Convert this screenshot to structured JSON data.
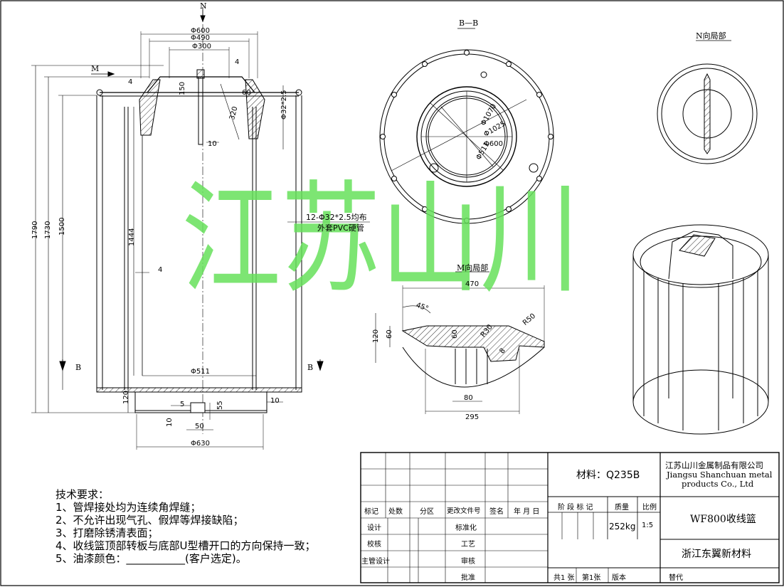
{
  "watermark": "江苏山川",
  "views": {
    "section_title": "B—B",
    "n_view_title": "N向局部",
    "m_view_title": "M向局部",
    "mark_n": "N",
    "mark_m": "M",
    "mark_b": "B"
  },
  "front_dims": {
    "d600": "Φ600",
    "d490": "Φ490",
    "d300": "Φ300",
    "h150": "150",
    "t4a": "4",
    "t4b": "4",
    "a60": "60",
    "l320": "320",
    "pipe": "Φ32*2.5",
    "w10": "10",
    "h1790": "1790",
    "h1730": "1730",
    "h1500": "1500",
    "h1444": "1444",
    "t4c": "4",
    "d511": "Φ511",
    "h120": "120",
    "w5": "5",
    "h55": "55",
    "w10b": "10",
    "h10": "10",
    "w50": "50",
    "d630": "Φ630",
    "pipes_note": "12-Φ32*2.5均布",
    "pvc_note": "外套PVC硬管"
  },
  "section_dims": {
    "d1070": "Φ1070",
    "d1025": "Φ1025",
    "d600": "Φ600",
    "d511": "Φ511"
  },
  "m_dims": {
    "w470": "470",
    "a45": "45°",
    "h60": "60",
    "h120": "120",
    "h60b": "60",
    "r50": "R50",
    "r30": "R30",
    "d8": "8",
    "w80": "80",
    "w295": "295"
  },
  "tech": {
    "title": "技术要求：",
    "items": [
      "1、管焊接处均为连续角焊缝；",
      "2、不允许出现气孔、假焊等焊接缺陷；",
      "3、打磨除锈清表面；",
      "4、收线篮顶部转板与底部U型槽开口的方向保持一致；",
      "5、油漆颜色：___________(客户选定)。"
    ]
  },
  "title_block": {
    "material": "材料：Q235B",
    "company_cn": "江苏山川金属制品有限公司",
    "company_en1": "Jiangsu Shanchuan metal",
    "company_en2": "products Co., Ltd",
    "biaoji": "标记",
    "chushu": "处数",
    "fenqu": "分区",
    "gaiwen": "更改文件号",
    "qianming": "签名",
    "nianyueri": "年 月 日",
    "jieduan": "阶 段 标 记",
    "zhiliang": "质量",
    "bili": "比例",
    "product": "WF800收线篮",
    "sheji": "设计",
    "biaozhun": "标准化",
    "mass": "252kg",
    "scale": "1:5",
    "jiaohe": "校核",
    "gongyi": "工艺",
    "client": "浙江东翼新材料",
    "zhuguan": "主管设计",
    "shenhe": "审核",
    "pizhun": "批准",
    "sheets": "共1 张",
    "sheet_no": "第1张",
    "version": "版本",
    "replace": "替代"
  }
}
